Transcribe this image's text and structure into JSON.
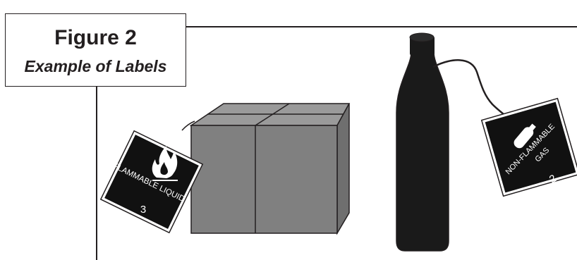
{
  "title": {
    "figure": "Figure 2",
    "subtitle": "Example of Labels"
  },
  "labels": {
    "flammable_liquid": {
      "text": "FLAMMABLE LIQUID",
      "class_number": "3"
    },
    "non_flammable_gas": {
      "line1": "NON-FLAMMABLE",
      "line2": "GAS",
      "class_number": "2"
    }
  },
  "colors": {
    "ink": "#231f20",
    "box_front": "#808080",
    "box_top": "#9a9a9a",
    "cylinder": "#1a1a1a",
    "label_fill": "#111111"
  }
}
